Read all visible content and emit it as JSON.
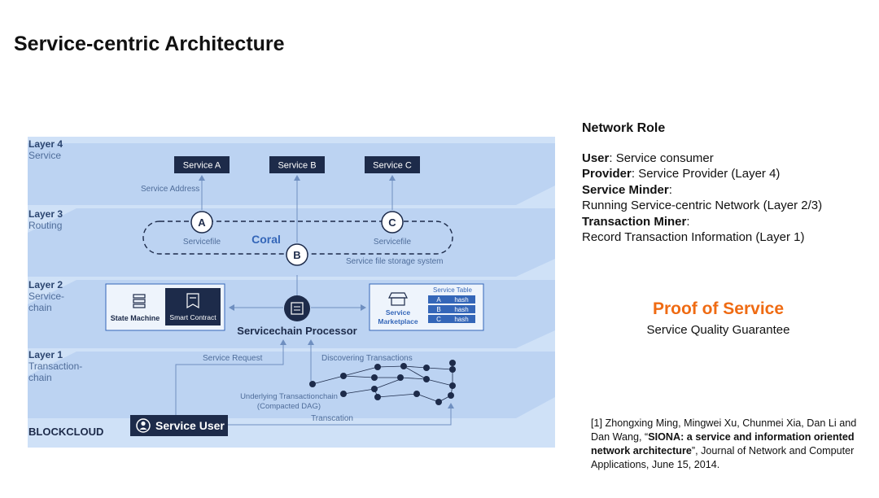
{
  "title": "Service-centric Architecture",
  "diagram": {
    "layers": [
      {
        "name": "Layer 4",
        "lines": [
          "Service"
        ]
      },
      {
        "name": "Layer 3",
        "lines": [
          "Routing"
        ]
      },
      {
        "name": "Layer 2",
        "lines": [
          "Service-",
          "chain"
        ]
      },
      {
        "name": "Layer 1",
        "lines": [
          "Transaction-",
          "chain"
        ]
      }
    ],
    "services": [
      "Service A",
      "Service B",
      "Service C"
    ],
    "service_address": "Service Address",
    "node_a": "A",
    "node_b": "B",
    "node_c": "C",
    "servicefile_a": "Servicefile",
    "servicefile_c": "Servicefile",
    "coral": "Coral",
    "storage": "Service file storage system",
    "state_machine": "State Machine",
    "smart_contract": "Smart Contract",
    "processor": "Servicechain Processor",
    "marketplace": [
      "Service",
      "Marketplace"
    ],
    "service_table": {
      "title": "Service Table",
      "rows": [
        {
          "key": "A",
          "val": "hash"
        },
        {
          "key": "B",
          "val": "hash"
        },
        {
          "key": "C",
          "val": "hash"
        }
      ]
    },
    "service_request": "Service Request",
    "discovering": "Discovering Transactions",
    "underlying": [
      "Underlying Transactionchain",
      "(Compacted DAG)"
    ],
    "transcation": "Transcation",
    "service_user": "Service User",
    "blockcloud": "BLOCKCLOUD",
    "colors": {
      "dark_box": "#1d2b4a",
      "accent": "#3466b8",
      "background": "#cfe1f7"
    }
  },
  "network_role": {
    "title": "Network Role",
    "user_label": "User",
    "user_text": ": Service consumer",
    "provider_label": "Provider",
    "provider_text": ": Service Provider (Layer 4)",
    "minder_label": "Service Minder",
    "minder_text": ":",
    "minder_detail": "Running Service-centric Network (Layer 2/3)",
    "miner_label": "Transaction Miner",
    "miner_text": ":",
    "miner_detail": "Record Transaction Information (Layer 1)"
  },
  "proof": {
    "title": "Proof of Service",
    "subtitle": "Service Quality Guarantee"
  },
  "reference": {
    "prefix": "[1] Zhongxing Ming, Mingwei Xu, Chunmei Xia, Dan Li and Dan Wang, “",
    "paper_title": "SIONA: a service and information oriented network architecture",
    "suffix": "”, Journal of Network and Computer Applications, June 15, 2014."
  }
}
